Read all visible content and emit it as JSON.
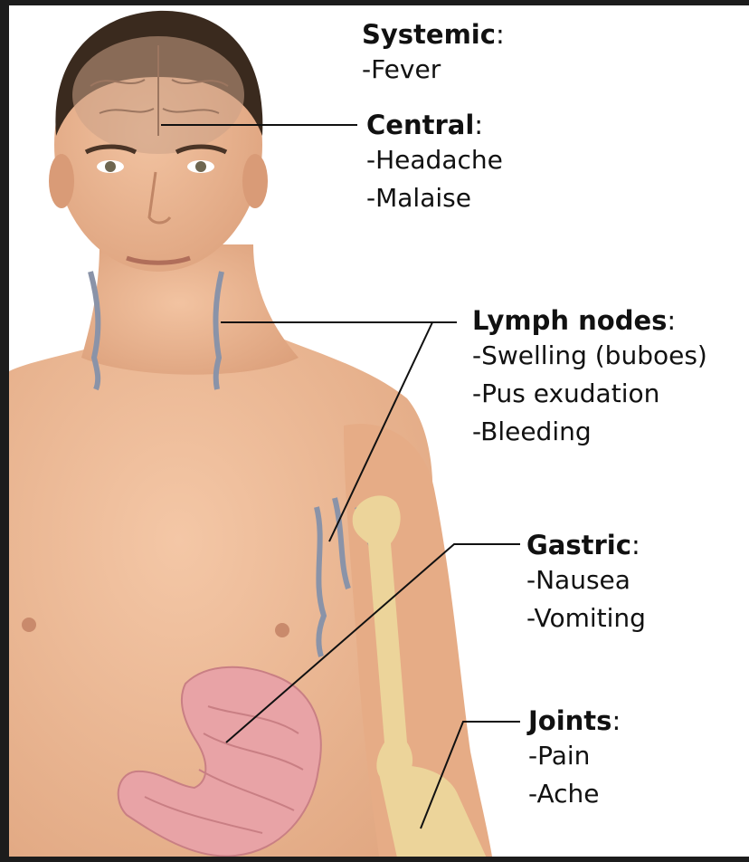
{
  "labels": [
    {
      "id": "systemic",
      "heading": "Systemic",
      "items": [
        "-Fever"
      ]
    },
    {
      "id": "central",
      "heading": "Central",
      "items": [
        "-Headache",
        "-Malaise"
      ]
    },
    {
      "id": "lymph",
      "heading": "Lymph nodes",
      "items": [
        "-Swelling (buboes)",
        "-Pus exudation",
        "-Bleeding"
      ]
    },
    {
      "id": "gastric",
      "heading": "Gastric",
      "items": [
        "-Nausea",
        "-Vomiting"
      ]
    },
    {
      "id": "joints",
      "heading": "Joints",
      "items": [
        "-Pain",
        "-Ache"
      ]
    }
  ],
  "colors": {
    "skin": "#e9b48f",
    "hair": "#3a2a1e",
    "stomach": "#e8a3a6",
    "bone": "#ecd49a",
    "lymph": "#8a93a8",
    "leader_line": "#111111",
    "bezel": "#1c1c1c"
  }
}
